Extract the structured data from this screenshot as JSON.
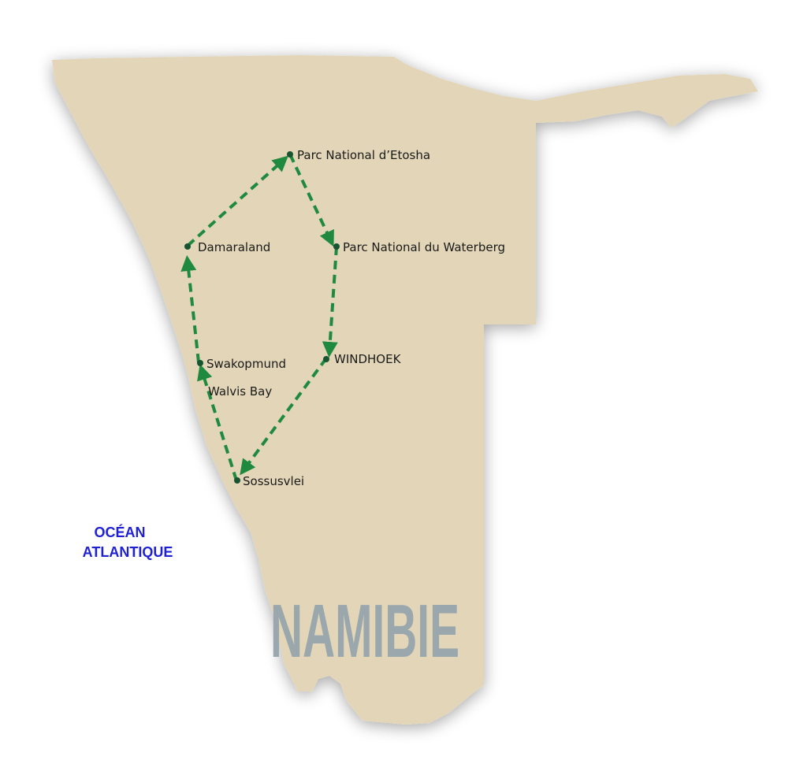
{
  "map": {
    "country_name": "NAMIBIE",
    "ocean_name_line1": "OCÉAN",
    "ocean_name_line2": "ATLANTIQUE",
    "colors": {
      "land": "#e3d6b8",
      "route": "#1f8a3f",
      "dot": "#17542f",
      "ocean_text": "#1f1fd6",
      "country_text": "#9aa7ad"
    },
    "places": [
      {
        "name": "Parc National d’Etosha"
      },
      {
        "name": "Damaraland"
      },
      {
        "name": "Parc National du Waterberg"
      },
      {
        "name": "Swakopmund"
      },
      {
        "name": "WINDHOEK"
      },
      {
        "name": "Walvis Bay"
      },
      {
        "name": "Sossusvlei"
      }
    ]
  }
}
